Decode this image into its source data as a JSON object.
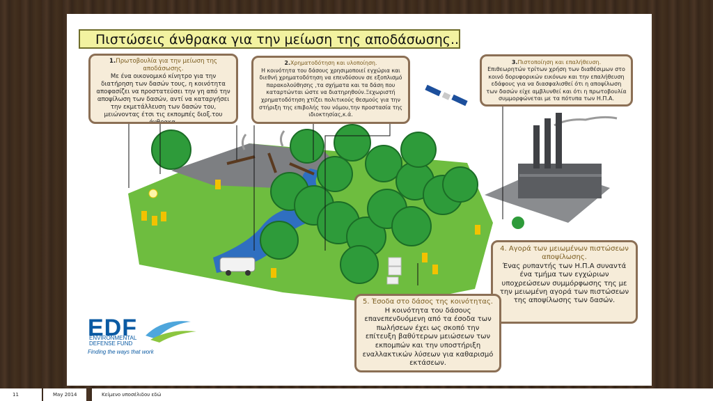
{
  "title": "Πιστώσεις άνθρακα για την μείωση της αποδάσωσης..",
  "box1": {
    "num": "1.",
    "heading": "Πρωτοβουλία για την μείωση της αποδάσωσης.",
    "body": "Με ένα οικονομικό κίνητρο για την διατήρηση των δασών τους, η κοινότητα αποφασίζει να προστατεύσει την γη από την αποψίλωση των δασών, αντί να καταργήσει την εκμετάλλευση των δασών  του, μειώνοντας έτσι τις εκπομπές διοξ.του άνθρακα."
  },
  "box2": {
    "num": "2.",
    "heading": "Χρηματοδότηση και υλοποίηση.",
    "body": "Η κοινότητα του δάσους χρησιμοποιεί εγχώρια και διεθνή χρηματοδότηση να επενδύσουν σε εξοπλισμό παρακολούθησης ,τα σχήματα και τα δάση που καταρτώνται ώστε να διατηρηθούν.Ξεχωριστή χρηματοδότηση χτίζει πολιτικούς θεσμούς για την στήριξη της επιβολής του νόμου,την προστασία της ιδιοκτησίας,κ.ά."
  },
  "box3": {
    "num": "3.",
    "heading": "Πιστοποίηση και επαλήθευση.",
    "body": "Επιθεωρητών τρίτων χρήση των διαθέσιμων στο κοινό δορυφορικών εικόνων και την επαλήθευση εδάφους για να διασφαλισθεί ότι η αποψίλωση των δασών είχε  αμβλυνθεί και ότι η πρωτοβουλία συμμορφώνεται με τα πότυπα των Η.Π.Α."
  },
  "box4": {
    "heading": "4. Αγορά των μειωμένων πιστώσεων αποψίλωσης.",
    "body": "Ένας ρυπαντής των Η.Π.Α συναντά ένα τμήμα των εγχώριων υποχρεώσεων συμμόρφωσης της με την μειωμένη αγορά των πιστώσεων της αποψίλωσης των δασών."
  },
  "box5": {
    "heading": "5. Έσοδα στο δάσος της κοινότητας.",
    "body": "Η κοινότητα του δάσους επανεπενδυόμενη από τα έσοδα των πωλήσεων έχει ως σκοπό την επίτευξη βαθύτερων μειώσεων των εκπομπών και την υποστήριξη εναλλακτικών λύσεων για καθαρισμό εκτάσεων."
  },
  "logo": {
    "wordmark": "EDF",
    "line1": "ENVIRONMENTAL",
    "line2": "DEFENSE FUND",
    "tagline": "Finding the ways that work"
  },
  "footer": {
    "page": "11",
    "date": "May 2014",
    "note": "Κείμενο υποσέλιδου εδώ"
  },
  "colors": {
    "grass": "#6ebd3f",
    "river": "#2f6fc0",
    "tree": "#2e9b3a",
    "box_border": "#8b6f55",
    "box_fill": "#f6ecd9",
    "title_fill": "#f2f2a0"
  }
}
